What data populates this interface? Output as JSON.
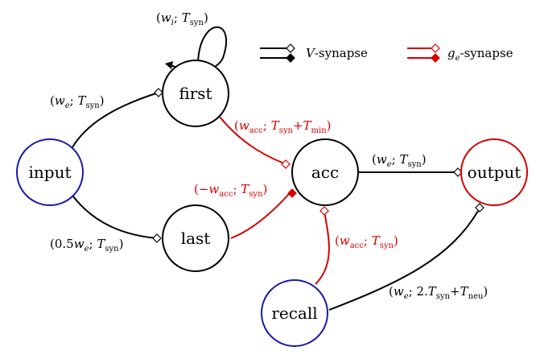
{
  "colors": {
    "black": "#000000",
    "red": "#d40000",
    "blue": "#1a1aaa"
  },
  "nodes": {
    "input": "input",
    "first": "first",
    "last": "last",
    "acc": "acc",
    "output": "output",
    "recall": "recall"
  },
  "legend": {
    "v_synapse": {
      "prefix": "V",
      "suffix": "-synapse"
    },
    "g_synapse": {
      "prefix": "g",
      "sub": "e",
      "suffix": "-synapse"
    }
  },
  "labels": {
    "first_self": {
      "open": "(",
      "w": "w",
      "w_sub": "i",
      "sep": "; ",
      "t": "T",
      "t_sub": "syn",
      "close": ")"
    },
    "input_first": {
      "open": "(",
      "w": "w",
      "w_sub": "e",
      "sep": "; ",
      "t": "T",
      "t_sub": "syn",
      "close": ")"
    },
    "input_last": {
      "open": "(0.5",
      "w": "w",
      "w_sub": "e",
      "sep": "; ",
      "t": "T",
      "t_sub": "syn",
      "close": ")"
    },
    "first_acc": {
      "open": "(",
      "w": "w",
      "w_sub": "acc",
      "sep": "; ",
      "t": "T",
      "t_sub": "syn",
      "plus": "+",
      "t2": "T",
      "t2_sub": "min",
      "close": ")"
    },
    "last_acc": {
      "open": "(−",
      "w": "w",
      "w_sub": "acc",
      "sep": "; ",
      "t": "T",
      "t_sub": "syn",
      "close": ")"
    },
    "recall_acc": {
      "open": "(",
      "w": "w",
      "w_sub": "acc",
      "sep": "; ",
      "t": "T",
      "t_sub": "syn",
      "close": ")"
    },
    "acc_output": {
      "open": "(",
      "w": "w",
      "w_sub": "e",
      "sep": "; ",
      "t": "T",
      "t_sub": "syn",
      "close": ")"
    },
    "recall_output": {
      "open": "(",
      "w": "w",
      "w_sub": "e",
      "sep": "; 2.",
      "t": "T",
      "t_sub": "syn",
      "plus": "+",
      "t2": "T",
      "t2_sub": "neu",
      "close": ")"
    }
  }
}
